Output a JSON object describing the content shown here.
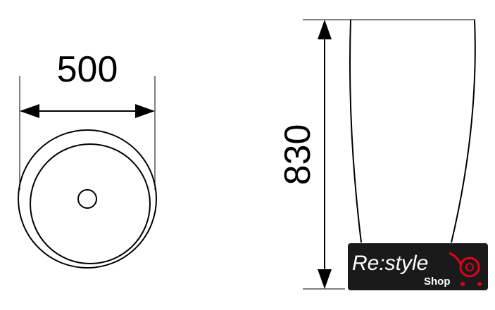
{
  "dimensions": {
    "width_label": "500",
    "height_label": "830"
  },
  "logo": {
    "brand": "Re:style",
    "sub": "Shop",
    "accent_color": "#e2001a",
    "background": "#1a1a1a"
  }
}
